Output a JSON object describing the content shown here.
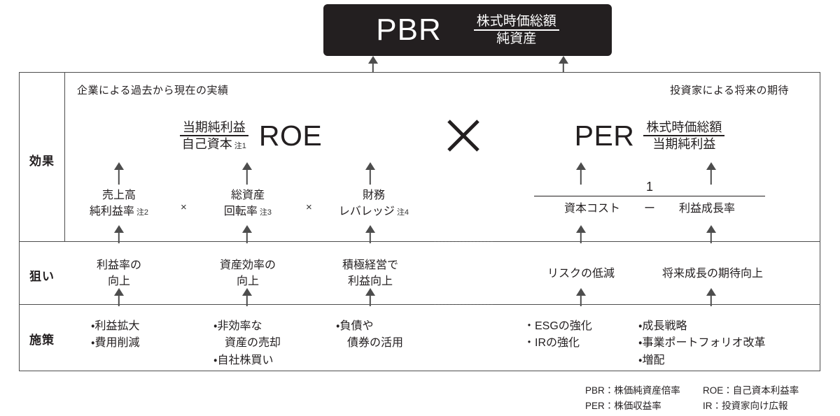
{
  "header": {
    "acronym": "PBR",
    "formula": {
      "numerator": "株式時価総額",
      "denominator": "純資産"
    }
  },
  "sections": {
    "left_caption": "企業による過去から現在の実績",
    "right_caption": "投資家による将来の期待",
    "multiply_symbol": "×"
  },
  "row_labels": {
    "effect": "効果",
    "aim": "狙い",
    "measure": "施策"
  },
  "roe": {
    "acronym": "ROE",
    "formula": {
      "numerator": "当期純利益",
      "denominator": "自己資本"
    },
    "note": "注1",
    "factors": [
      {
        "line1": "売上高",
        "line2": "純利益率",
        "note": "注2"
      },
      {
        "line1": "総資産",
        "line2": "回転率",
        "note": "注3"
      },
      {
        "line1": "財務",
        "line2": "レバレッジ",
        "note": "注4"
      }
    ],
    "operators": [
      "×",
      "×"
    ],
    "aims": [
      {
        "line1": "利益率の",
        "line2": "向上"
      },
      {
        "line1": "資産効率の",
        "line2": "向上"
      },
      {
        "line1": "積極経営で",
        "line2": "利益向上"
      }
    ],
    "measures": [
      [
        "・利益拡大",
        "・費用削減"
      ],
      [
        "・非効率な",
        "　資産の売却",
        "・自社株買い"
      ],
      [
        "・負債や",
        "　債券の活用"
      ]
    ]
  },
  "per": {
    "acronym": "PER",
    "formula": {
      "numerator": "株式時価総額",
      "denominator": "当期純利益"
    },
    "denominator_formula": {
      "numerator": "1",
      "left_term": "資本コスト",
      "operator": "ー",
      "right_term": "利益成長率"
    },
    "aims": [
      "リスクの低減",
      "将来成長の期待向上"
    ],
    "measures": [
      [
        "・ESGの強化",
        "・IRの強化"
      ],
      [
        "・成長戦略",
        "・事業ポートフォリオ改革",
        "・増配"
      ]
    ]
  },
  "legend": [
    {
      "left": "PBR：株価純資産倍率",
      "right": "ROE：自己資本利益率"
    },
    {
      "left": "PER：株価収益率",
      "right": "IR：投資家向け広報"
    }
  ],
  "colors": {
    "header_bg": "#231f20",
    "panel_bg": "#d6d6d6",
    "frame_line": "#4d4d4d",
    "text": "#231f20"
  }
}
